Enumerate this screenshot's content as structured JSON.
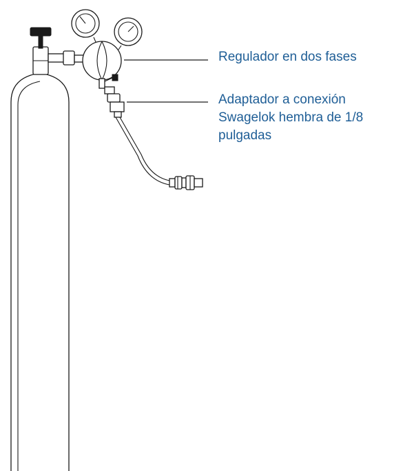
{
  "colors": {
    "callout_text": "#1f5e96",
    "outline": "#1a1a1a",
    "background": "#ffffff"
  },
  "callouts": {
    "regulator": {
      "label": "Regulador en dos fases"
    },
    "adapter": {
      "line1": "Adaptador a conexión",
      "line2": "Swagelok hembra de 1/8",
      "line3": "pulgadas"
    }
  }
}
